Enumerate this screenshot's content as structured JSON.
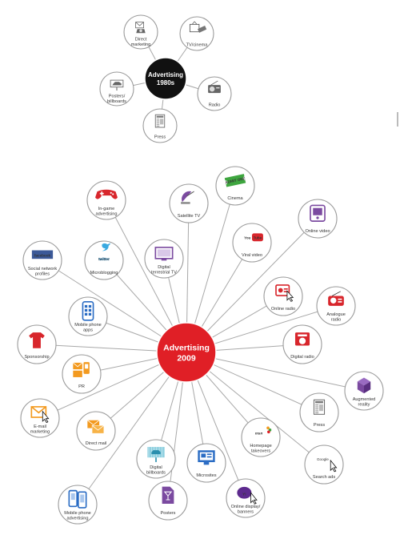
{
  "colors": {
    "hub_1980s": "#111111",
    "hub_2009": "#e01f26",
    "node_ring": "#9a9a9a",
    "accent_red": "#d8262c",
    "accent_orange": "#f39a1f",
    "accent_purple": "#7b4aa0",
    "accent_green": "#3ea63f",
    "accent_blue": "#2a6cc4"
  },
  "diagram_1980s": {
    "hub": {
      "line1": "Advertising",
      "line2": "1980s"
    },
    "nodes": [
      {
        "label_lines": [
          "Direct",
          "marketing"
        ],
        "icon": "telephone-letter-icon"
      },
      {
        "label_lines": [
          "TV/cinema"
        ],
        "icon": "tv-film-icon"
      },
      {
        "label_lines": [
          "Radio"
        ],
        "icon": "radio-icon"
      },
      {
        "label_lines": [
          "Press"
        ],
        "icon": "newspaper-icon"
      },
      {
        "label_lines": [
          "Posters/",
          "billboards"
        ],
        "icon": "car-billboard-icon"
      }
    ]
  },
  "diagram_2009": {
    "hub": {
      "line1": "Advertising",
      "line2": "2009"
    },
    "nodes": [
      {
        "label_lines": [
          "In-game",
          "advertising"
        ],
        "icon": "gamepad-icon"
      },
      {
        "label_lines": [
          "Satellite TV"
        ],
        "icon": "satellite-dish-icon"
      },
      {
        "label_lines": [
          "Cinema"
        ],
        "icon": "ticket-icon",
        "icon_text": "ADMIT ONE"
      },
      {
        "label_lines": [
          "Online video"
        ],
        "icon": "video-player-icon"
      },
      {
        "label_lines": [
          "Viral video"
        ],
        "icon": "youtube-logo-icon",
        "logo_text_1": "You",
        "logo_text_2": "Tube"
      },
      {
        "label_lines": [
          "Digital",
          "terrestrial TV"
        ],
        "icon": "flat-tv-icon"
      },
      {
        "label_lines": [
          "Microblogging"
        ],
        "icon": "twitter-logo-icon",
        "logo_text": "twitter"
      },
      {
        "label_lines": [
          "Social network",
          "profiles"
        ],
        "icon": "facebook-logo-icon",
        "logo_text": "facebook"
      },
      {
        "label_lines": [
          "Online radio"
        ],
        "icon": "online-radio-icon"
      },
      {
        "label_lines": [
          "Analogue",
          "radio"
        ],
        "icon": "analogue-radio-icon"
      },
      {
        "label_lines": [
          "Mobile phone",
          "apps"
        ],
        "icon": "smartphone-apps-icon"
      },
      {
        "label_lines": [
          "Sponsorship"
        ],
        "icon": "football-shirt-icon"
      },
      {
        "label_lines": [
          "Digital radio"
        ],
        "icon": "digital-radio-icon"
      },
      {
        "label_lines": [
          "PR"
        ],
        "icon": "envelopes-phone-icon"
      },
      {
        "label_lines": [
          "Augmented",
          "reality"
        ],
        "icon": "cube-icon"
      },
      {
        "label_lines": [
          "E-mail",
          "marketing"
        ],
        "icon": "email-cursor-icon"
      },
      {
        "label_lines": [
          "Direct mail"
        ],
        "icon": "envelopes-icon"
      },
      {
        "label_lines": [
          "Press"
        ],
        "icon": "newspaper-icon"
      },
      {
        "label_lines": [
          "Homepage",
          "takeovers"
        ],
        "icon": "msn-logo-icon",
        "logo_text": "msn"
      },
      {
        "label_lines": [
          "Digital",
          "billboards"
        ],
        "icon": "digital-billboard-icon"
      },
      {
        "label_lines": [
          "Microsites"
        ],
        "icon": "monitor-icon"
      },
      {
        "label_lines": [
          "Search ads"
        ],
        "icon": "google-logo-icon",
        "logo_text": "Google"
      },
      {
        "label_lines": [
          "Mobile phone",
          "advertising"
        ],
        "icon": "mobile-phones-icon"
      },
      {
        "label_lines": [
          "Posters"
        ],
        "icon": "cocktail-poster-icon"
      },
      {
        "label_lines": [
          "Online display/",
          "banners"
        ],
        "icon": "yahoo-logo-icon",
        "logo_text": "Y!"
      }
    ]
  }
}
